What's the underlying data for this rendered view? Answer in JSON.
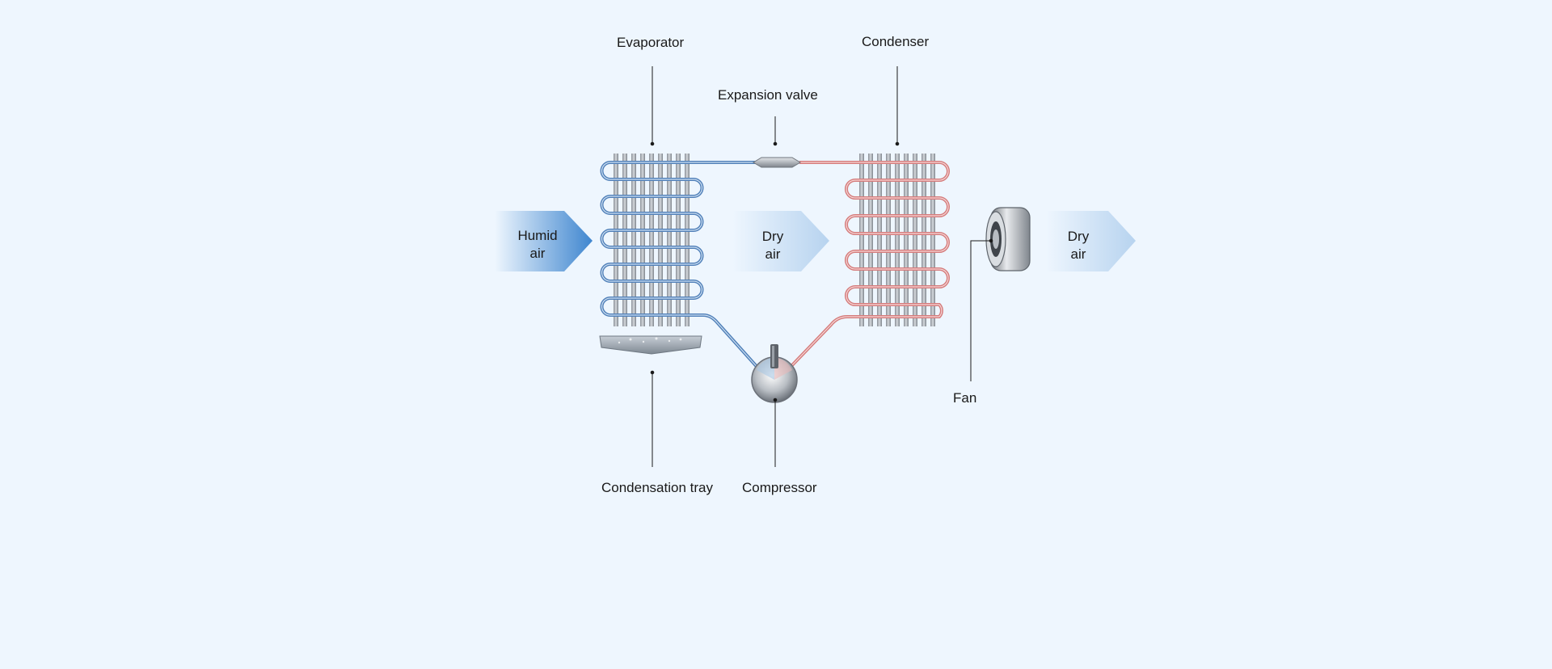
{
  "labels": {
    "evaporator": "Evaporator",
    "condenser": "Condenser",
    "expansion_valve": "Expansion valve",
    "condensation_tray": "Condensation tray",
    "compressor": "Compressor",
    "fan": "Fan"
  },
  "arrows": {
    "humid_air": [
      "Humid",
      "air"
    ],
    "dry_air_1": [
      "Dry",
      "air"
    ],
    "dry_air_2": [
      "Dry",
      "air"
    ]
  },
  "colors": {
    "background": "#eef6fe",
    "cold_pipe": "#4f7fb8",
    "hot_pipe": "#d47b7b",
    "arrow_blue": "#3f86cf",
    "arrow_light": "#bcd6ef"
  }
}
